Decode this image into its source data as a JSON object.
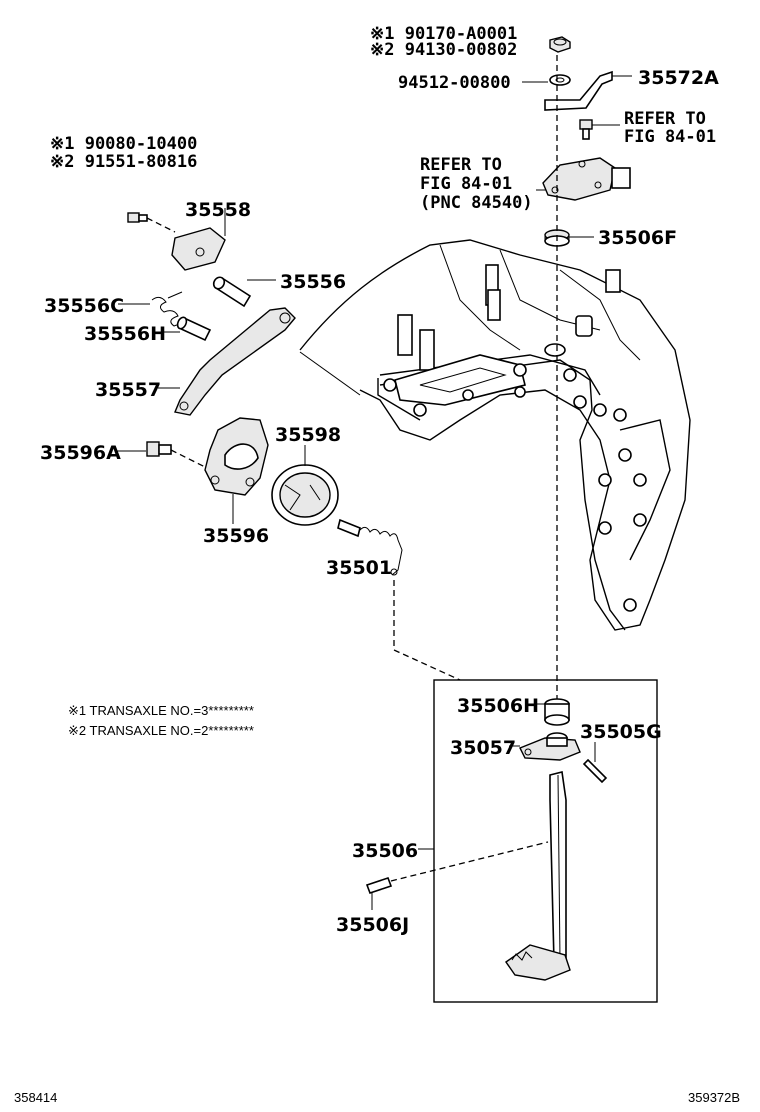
{
  "notes": {
    "note1": "※1 TRANSAXLE NO.=3*********",
    "note2": "※2 TRANSAXLE NO.=2*********"
  },
  "footer": {
    "left": "358414",
    "right": "359372B"
  },
  "callouts": {
    "nut_code1": "※1 90170-A0001",
    "nut_code2": "※2 94130-00802",
    "washer": "94512-00800",
    "p35572A": "35572A",
    "refer_bolt_1": "REFER TO",
    "refer_bolt_2": "FIG 84-01",
    "refer_sw_1": "REFER TO",
    "refer_sw_2": "FIG 84-01",
    "refer_sw_3": "(PNC 84540)",
    "p35506F": "35506F",
    "bolt_code1": "※1 90080-10400",
    "bolt_code2": "※2 91551-80816",
    "p35558": "35558",
    "p35556": "35556",
    "p35556C": "35556C",
    "p35556H": "35556H",
    "p35557": "35557",
    "p35596A": "35596A",
    "p35598": "35598",
    "p35596": "35596",
    "p35501": "35501",
    "p35506H": "35506H",
    "p35057": "35057",
    "p35505G": "35505G",
    "p35506": "35506",
    "p35506J": "35506J"
  }
}
